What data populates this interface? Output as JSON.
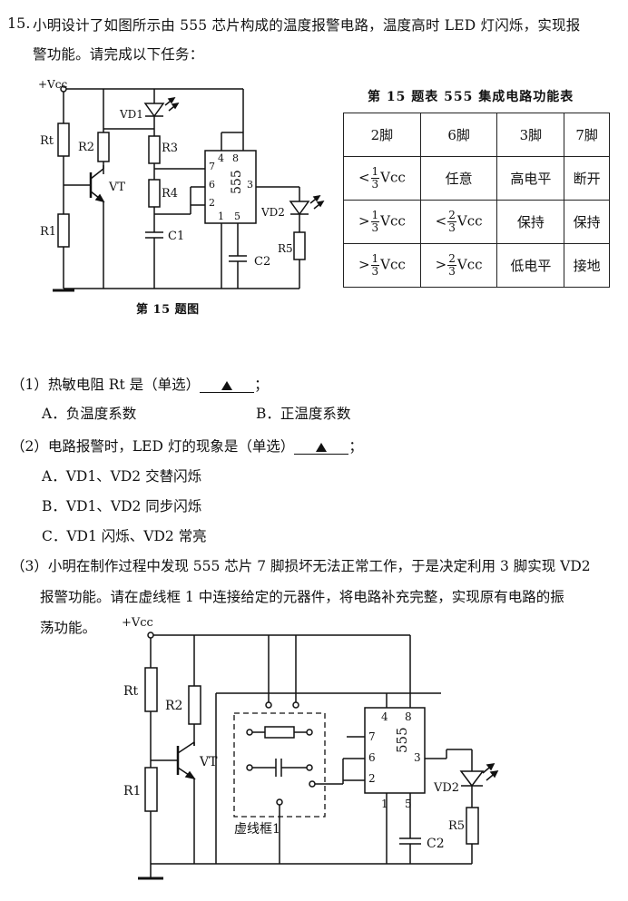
{
  "question": {
    "number": "15.",
    "intro_line1": "小明设计了如图所示由 555 芯片构成的温度报警电路，温度高时 LED 灯闪烁，实现报",
    "intro_line2": "警功能。请完成以下任务："
  },
  "figure1": {
    "caption": "第 15 题图",
    "labels": {
      "vcc": "+Vcc",
      "rt": "Rt",
      "r2": "R2",
      "vt": "VT",
      "r1": "R1",
      "vd1": "VD1",
      "r3": "R3",
      "r4": "R4",
      "c1": "C1",
      "chip": "555",
      "p7": "7",
      "p4": "4",
      "p8": "8",
      "p6": "6",
      "p3": "3",
      "p2": "2",
      "p1": "1",
      "p5": "5",
      "vd2": "VD2",
      "r5": "R5",
      "c2": "C2"
    }
  },
  "table": {
    "title": "第 15 题表   555 集成电路功能表",
    "headers": [
      "2脚",
      "6脚",
      "3脚",
      "7脚"
    ],
    "rows": [
      {
        "pin2_cmp": "<",
        "pin2_num": "1",
        "pin2_den": "3",
        "pin2_unit": "Vcc",
        "pin6": "任意",
        "pin3": "高电平",
        "pin7": "断开"
      },
      {
        "pin2_cmp": ">",
        "pin2_num": "1",
        "pin2_den": "3",
        "pin2_unit": "Vcc",
        "pin6_cmp": "<",
        "pin6_num": "2",
        "pin6_den": "3",
        "pin6_unit": "Vcc",
        "pin3": "保持",
        "pin7": "保持"
      },
      {
        "pin2_cmp": ">",
        "pin2_num": "1",
        "pin2_den": "3",
        "pin2_unit": "Vcc",
        "pin6_cmp": ">",
        "pin6_num": "2",
        "pin6_den": "3",
        "pin6_unit": "Vcc",
        "pin3": "低电平",
        "pin7": "接地"
      }
    ]
  },
  "q1": {
    "stem": "（1）热敏电阻 Rt 是（单选）",
    "end": "；",
    "option_a": "A．负温度系数",
    "option_b": "B．正温度系数"
  },
  "q2": {
    "stem": "（2）电路报警时，LED 灯的现象是（单选）",
    "end": "；",
    "option_a": "A．VD1、VD2 交替闪烁",
    "option_b": "B．VD1、VD2 同步闪烁",
    "option_c": "C．VD1 闪烁、VD2 常亮"
  },
  "q3": {
    "line1": "（3）小明在制作过程中发现 555 芯片 7 脚损坏无法正常工作，于是决定利用 3 脚实现 VD2",
    "line2": "报警功能。请在虚线框 1 中连接给定的元器件，将电路补充完整，实现原有电路的振",
    "line3": "荡功能。"
  },
  "figure2": {
    "labels": {
      "vcc": "+Vcc",
      "rt": "Rt",
      "r2": "R2",
      "vt": "VT",
      "r1": "R1",
      "chip": "555",
      "p4": "4",
      "p8": "8",
      "p7": "7",
      "p6": "6",
      "p3": "3",
      "p2": "2",
      "p1": "1",
      "p5": "5",
      "vd2": "VD2",
      "r5": "R5",
      "c2": "C2",
      "box": "虚线框1"
    }
  }
}
